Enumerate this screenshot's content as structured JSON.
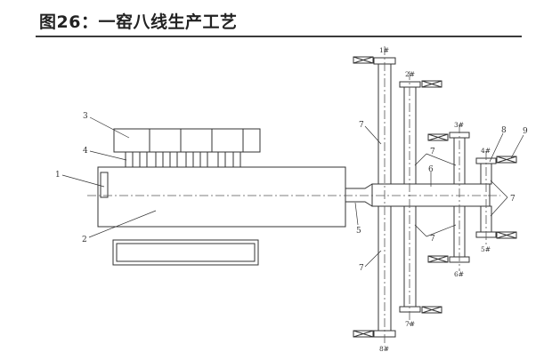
{
  "title": "图26：一窑八线生产工艺",
  "diagram": {
    "labels": [
      "1",
      "2",
      "3",
      "4",
      "5",
      "6",
      "7",
      "8",
      "9"
    ],
    "lines": [
      "1#",
      "2#",
      "3#",
      "4#",
      "5#",
      "6#",
      "7#",
      "8#"
    ]
  }
}
